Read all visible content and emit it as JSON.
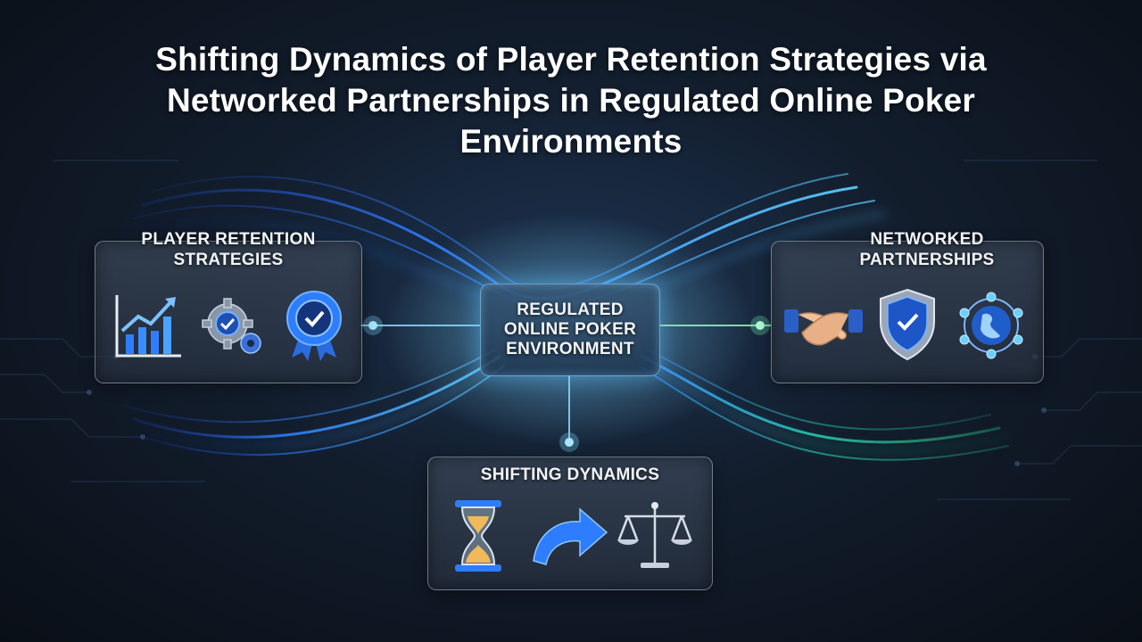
{
  "title": "Shifting Dynamics of Player Retention Strategies via Networked Partnerships in Regulated Online Poker Environments",
  "nodes": {
    "left": {
      "label": "PLAYER RETENTION STRATEGIES",
      "icons": [
        "growth-chart-icon",
        "gears-check-icon",
        "award-badge-icon"
      ]
    },
    "center": {
      "label": "REGULATED ONLINE POKER ENVIRONMENT"
    },
    "right": {
      "label": "NETWORKED PARTNERSHIPS",
      "icons": [
        "handshake-icon",
        "security-shield-icon",
        "globe-network-icon"
      ]
    },
    "bottom": {
      "label": "SHIFTING DYNAMICS",
      "icons": [
        "hourglass-icon",
        "curved-arrow-icon",
        "balance-scale-icon"
      ]
    }
  },
  "colors": {
    "blue": "#2f7dff",
    "cyan": "#5fd3ff",
    "green": "#2ee59a",
    "panel_border": "#c0cde0"
  }
}
